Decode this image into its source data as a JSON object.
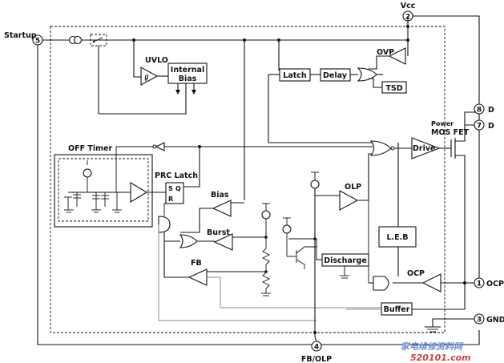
{
  "pins": {
    "vcc": {
      "number": "2",
      "label": "Vcc"
    },
    "startup": {
      "number": "5",
      "label": "Startup"
    },
    "d8": {
      "number": "8",
      "label": "D"
    },
    "d7": {
      "number": "7",
      "label": "D"
    },
    "ocp": {
      "number": "1",
      "label": "OCP"
    },
    "gnd": {
      "number": "3",
      "label": "GND"
    },
    "fb_olp": {
      "number": "4",
      "label": "FB/OLP"
    }
  },
  "blocks": {
    "uvlo": "UVLO",
    "internal_bias_1": "Internal",
    "internal_bias_2": "Bias",
    "latch": "Latch",
    "delay": "Delay",
    "ovp": "OVP",
    "tsd": "TSD",
    "off_timer": "OFF Timer",
    "prc_latch": "PRC Latch",
    "s_label": "S",
    "q_label": "Q",
    "r_label": "R",
    "bias": "Bias",
    "burst": "Burst",
    "fb": "FB",
    "olp": "OLP",
    "discharge": "Discharge",
    "leb": "L.E.B",
    "ocp": "OCP",
    "buffer": "Buffer",
    "drive": "Drive",
    "power_mos_1": "Power",
    "power_mos_2": "MOS FET"
  },
  "watermark": {
    "line1": "家电维修资料网",
    "line2": "520101.com"
  }
}
